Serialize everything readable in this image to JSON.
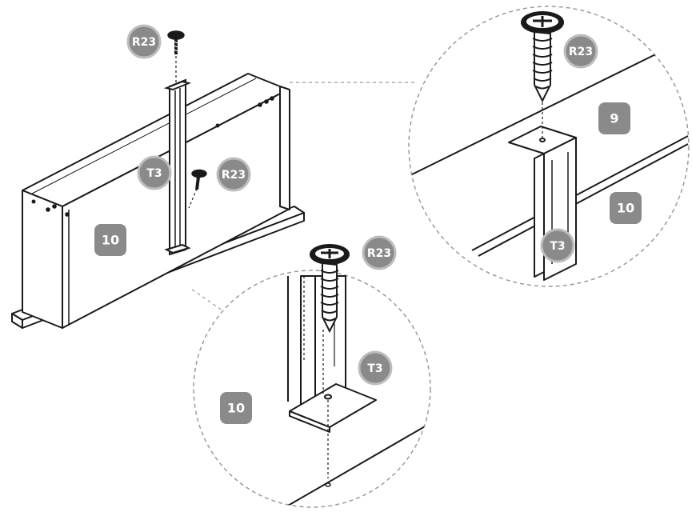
{
  "colors": {
    "line": "#1a1a1a",
    "badge_fill": "#8a8a8a",
    "badge_ring": "#bdbdbd",
    "dashed": "#9a9a9a",
    "panel_fill": "#ffffff",
    "shadow_grey": "#d8d8d8"
  },
  "labels": {
    "screw_top": "R23",
    "screw_mid": "R23",
    "screw_zoom_top": "R23",
    "screw_zoom_bottom": "R23",
    "bracket_main": "T3",
    "bracket_zoom_top": "T3",
    "bracket_zoom_bottom": "T3",
    "panel_main": "10",
    "panel_zoom_top_upper": "9",
    "panel_zoom_top_lower": "10",
    "panel_zoom_bottom": "10"
  },
  "icons": {
    "screw": "screw-icon",
    "bracket": "l-bracket-icon"
  }
}
